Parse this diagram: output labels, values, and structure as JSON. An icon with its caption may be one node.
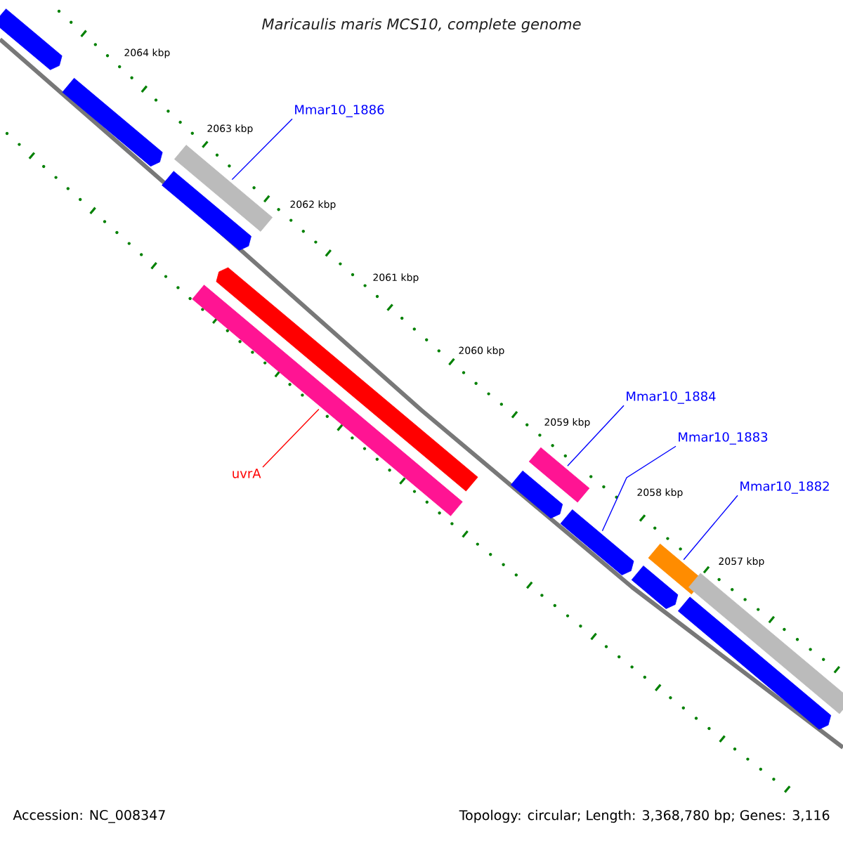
{
  "diagram": {
    "title": "Maricaulis maris MCS10, complete genome",
    "nodes": [
      {
        "text": [
          "Mmar10_1886"
        ]
      },
      {
        "text": [
          "uvrA"
        ]
      },
      {
        "text": [
          "Mmar10_1884"
        ]
      },
      {
        "text": [
          "Mmar10_1883"
        ]
      },
      {
        "text": [
          "Mmar10_1882"
        ]
      },
      {
        "text": [],
        "shape": "bar"
      },
      {
        "text": [],
        "shape": "bar"
      },
      {
        "text": [],
        "shape": "bar"
      },
      {
        "text": [],
        "shape": "bar"
      },
      {
        "text": [],
        "shape": "bar"
      },
      {
        "text": [],
        "shape": "bar"
      },
      {
        "text": [],
        "shape": "bar"
      },
      {
        "text": [],
        "shape": "bar"
      },
      {
        "text": [],
        "shape": "bar"
      },
      {
        "text": [],
        "shape": "bar"
      },
      {
        "text": [],
        "shape": "bar"
      },
      {
        "text": [],
        "shape": "bar"
      },
      {
        "text": [],
        "shape": "bar"
      }
    ],
    "edges": [
      {
        "from": 0,
        "to": 7,
        "arrow": "none"
      },
      {
        "from": 1,
        "to": 10,
        "arrow": "none",
        "color": "#ff0000"
      },
      {
        "from": 2,
        "to": 11,
        "arrow": "none"
      },
      {
        "from": 3,
        "to": 13,
        "arrow": "none"
      },
      {
        "from": 4,
        "to": 14,
        "arrow": "none"
      }
    ],
    "labels": [
      "2064 kbp",
      "2063 kbp",
      "2062 kbp",
      "2061 kbp",
      "2060 kbp",
      "2059 kbp",
      "2058 kbp",
      "2057 kbp",
      "Accession: NC_008347",
      "Topology: circular; Length: 3,368,780 bp; Genes: 3,116"
    ]
  }
}
